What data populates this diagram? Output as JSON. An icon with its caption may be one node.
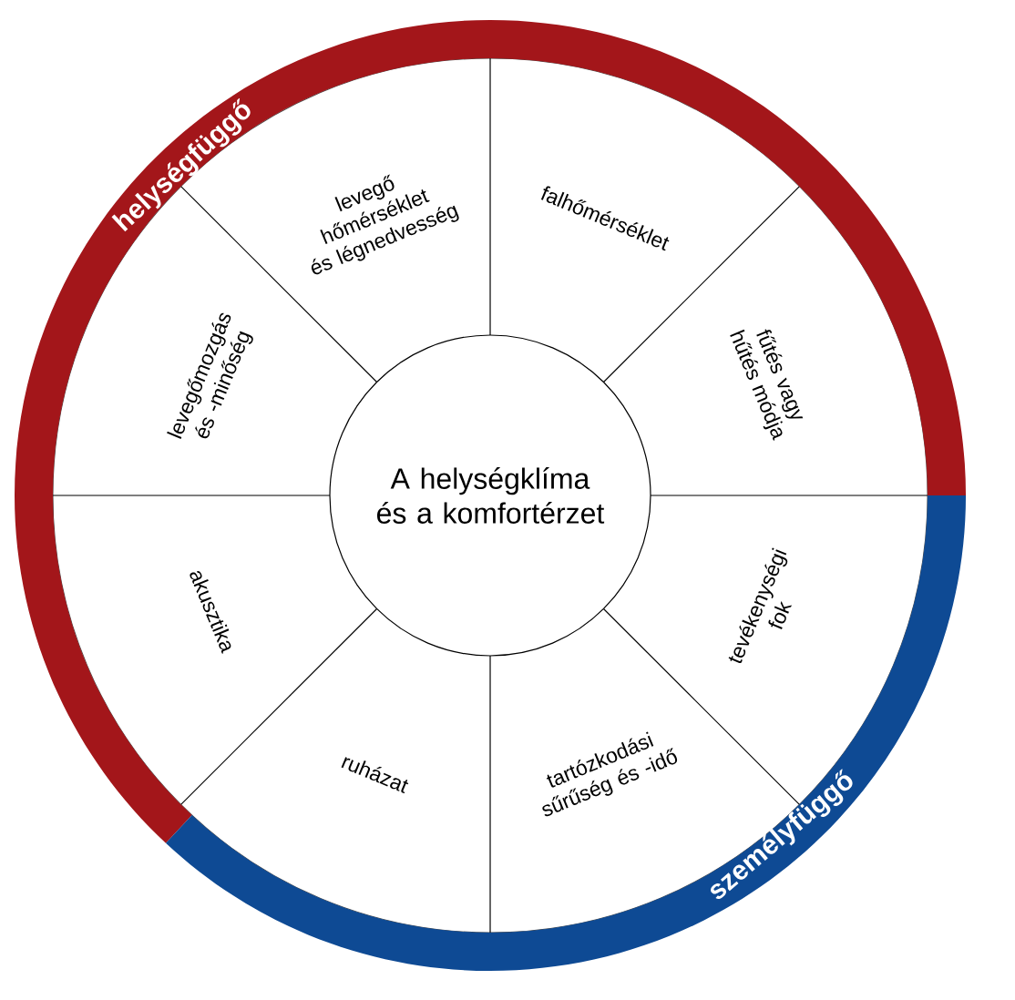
{
  "diagram": {
    "nodes": [
      {
        "text": [
          "helységfüggő"
        ]
      },
      {
        "text": [
          "levegőmozgás és -minőség"
        ]
      },
      {
        "text": [
          "levegő hőmérséklet és légnedvesség"
        ]
      },
      {
        "text": [
          "falhőmérséklet"
        ]
      },
      {
        "text": [
          "fűtés vagy hűtés módja"
        ]
      },
      {
        "text": [
          "A helységklíma és a komfortérzet"
        ]
      },
      {
        "text": [
          "akusztika"
        ]
      },
      {
        "text": [
          "ruházat"
        ]
      },
      {
        "text": [
          "tartózkodási sűrűség és -idő"
        ]
      },
      {
        "text": [
          "tevékenységi fok"
        ]
      },
      {
        "text": [
          "személyfüggő"
        ]
      }
    ]
  }
}
